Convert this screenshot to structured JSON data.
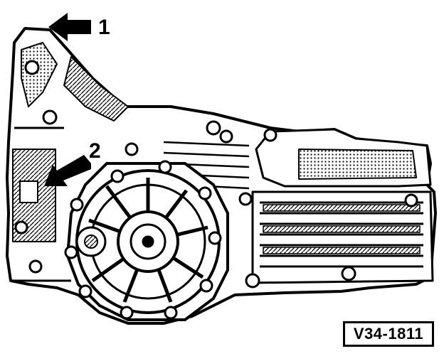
{
  "figure": {
    "callouts": [
      {
        "label": "1"
      },
      {
        "label": "2"
      }
    ],
    "reference_code": "V34-1811",
    "colors": {
      "ink": "#000000",
      "paper": "#ffffff",
      "shade": "#555555"
    }
  }
}
